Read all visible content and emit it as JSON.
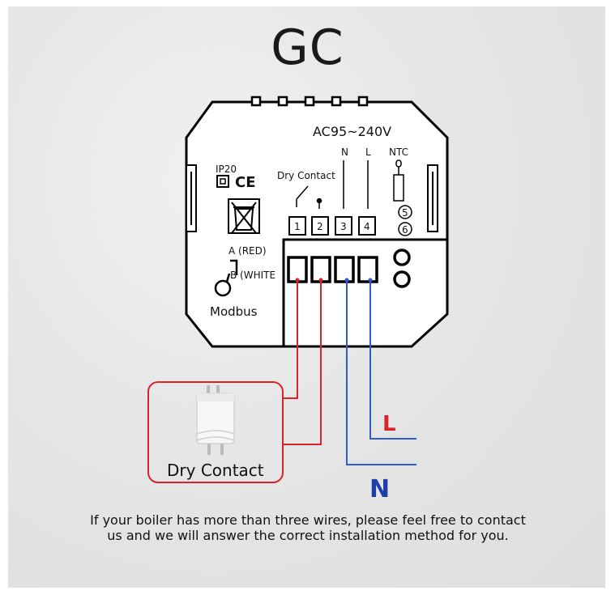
{
  "title": "GC",
  "device": {
    "voltage": "AC95~240V",
    "ip_rating": "IP20",
    "ce_mark": "CE",
    "dry_contact_label": "Dry Contact",
    "terminal_n": "N",
    "terminal_l": "L",
    "ntc_label": "NTC",
    "terminals": [
      "1",
      "2",
      "3",
      "4"
    ],
    "ntc_terminals": [
      "5",
      "6"
    ],
    "a_label": "A (RED)",
    "b_label": "B (WHITE",
    "modbus_label": "Modbus"
  },
  "wiring": {
    "dry_contact_box_label": "Dry Contact",
    "l_label": "L",
    "n_label": "N",
    "colors": {
      "dry_contact": "#d8232a",
      "live_neutral": "#2f5bd0",
      "l_text": "#d8232a",
      "n_text": "#1f3fa8"
    }
  },
  "caption": {
    "line1": "If your boiler has more than three wires, please feel free to contact",
    "line2": "us and we will answer the correct installation method for you."
  }
}
